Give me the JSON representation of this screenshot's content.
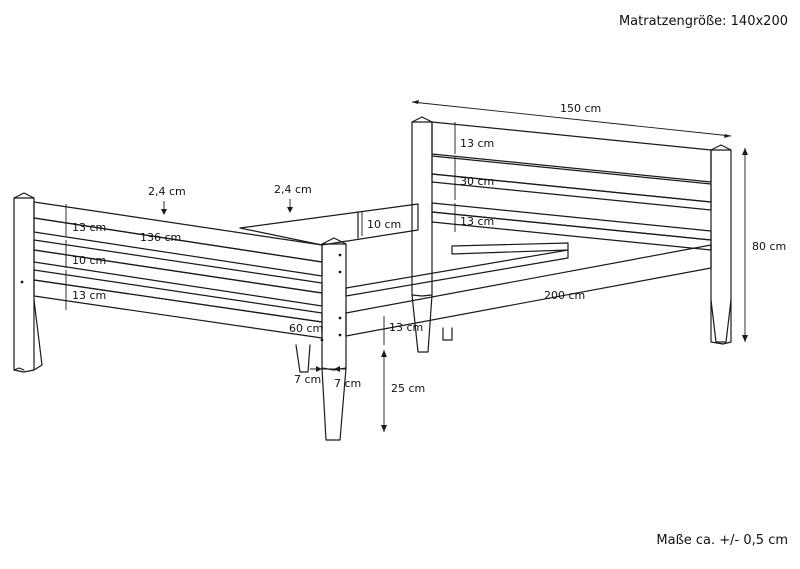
{
  "mattress_size": "Matratzengröße: 140x200",
  "tolerance": "Maße ca. +/- 0,5 cm",
  "dimensions": {
    "head_width": "150 cm",
    "head_height": "80 cm",
    "head_board_top": "13 cm",
    "head_board_middle": "30 cm",
    "head_board_bottom": "13 cm",
    "foot_thickness": "2,4 cm",
    "foot_inner_width": "136 cm",
    "foot_board_top": "13 cm",
    "foot_board_middle": "10 cm",
    "foot_board_bottom": "13 cm",
    "foot_height": "60 cm",
    "slat_thickness": "2,4 cm",
    "slat_height": "10 cm",
    "length": "200 cm",
    "rail_height": "13 cm",
    "leg_depth": "7 cm",
    "leg_width": "7 cm",
    "floor_clearance": "25 cm"
  }
}
